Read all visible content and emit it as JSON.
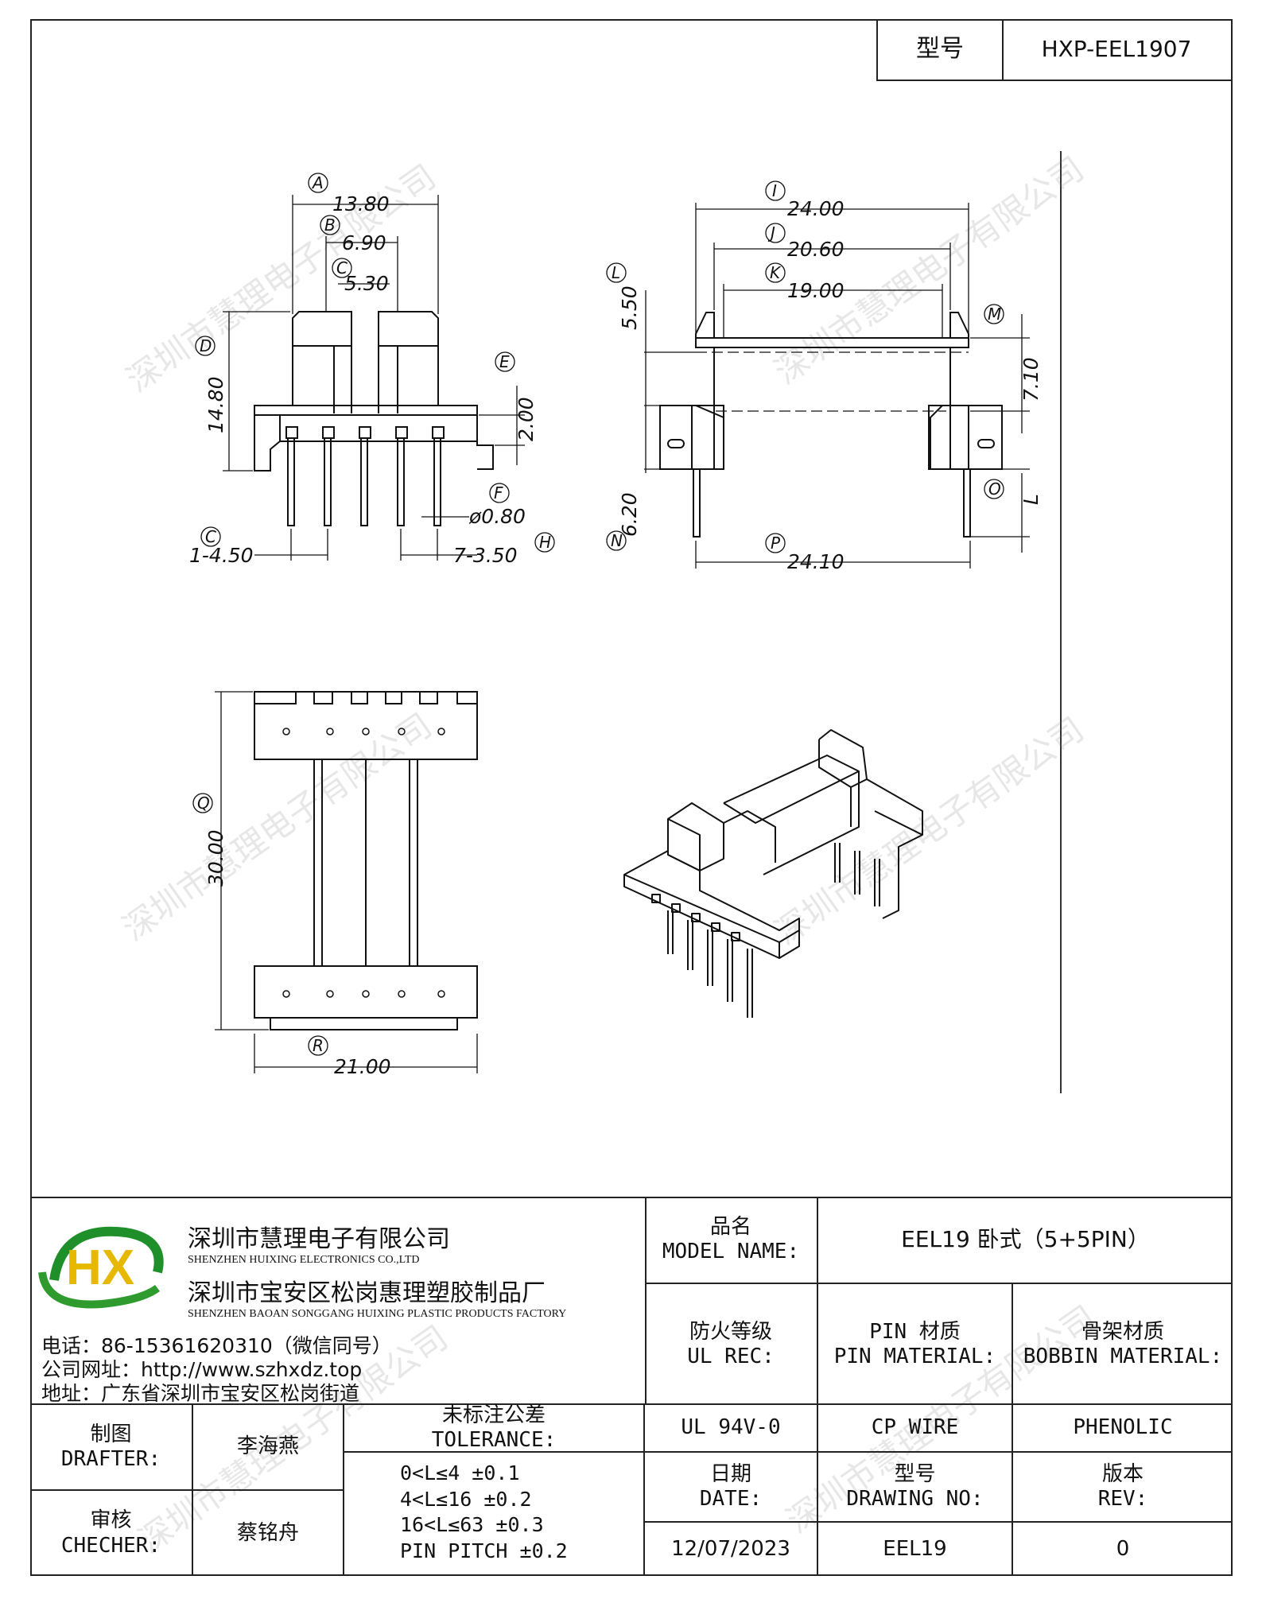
{
  "header": {
    "model_label": "型号",
    "model_value": "HXP-EEL1907"
  },
  "dimensions": {
    "A": "13.80",
    "B": "6.90",
    "C": "5.30",
    "D": "14.80",
    "E": "2.00",
    "F": "ø0.80",
    "G": "1-4.50",
    "H": "7-3.50",
    "I": "24.00",
    "J": "20.60",
    "K": "19.00",
    "L": "5.50",
    "M": "7.10",
    "N": "6.20",
    "O": "L",
    "P": "24.10",
    "Q": "30.00",
    "R": "21.00"
  },
  "watermark": "深圳市慧理电子有限公司",
  "company": {
    "logo_text": "HX",
    "name_cn": "深圳市慧理电子有限公司",
    "name_en": "SHENZHEN HUIXING ELECTRONICS CO.,LTD",
    "factory_cn": "深圳市宝安区松岗惠理塑胶制品厂",
    "factory_en": "SHENZHEN BAOAN SONGGANG HUIXING PLASTIC PRODUCTS FACTORY",
    "phone": "电话：86-15361620310（微信同号）",
    "website": "公司网址：http://www.szhxdz.top",
    "address": "地址：广东省深圳市宝安区松岗街道"
  },
  "titleblock": {
    "model_name_cn": "品名",
    "model_name_en": "MODEL NAME:",
    "model_name_value": "EEL19 卧式（5+5PIN）",
    "ul_cn": "防火等级",
    "ul_en": "UL REC:",
    "ul_value": "UL 94V-0",
    "pin_mat_cn": "PIN 材质",
    "pin_mat_en": "PIN MATERIAL:",
    "pin_mat_value": "CP WIRE",
    "bobbin_cn": "骨架材质",
    "bobbin_en": "BOBBIN MATERIAL:",
    "bobbin_value": "PHENOLIC",
    "drafter_cn": "制图",
    "drafter_en": "DRAFTER:",
    "drafter_value": "李海燕",
    "checker_cn": "审核",
    "checker_en": "CHECHER:",
    "checker_value": "蔡铭舟",
    "tol_cn": "未标注公差",
    "tol_en": "TOLERANCE:",
    "tol_lines": [
      "0<L≤4   ±0.1",
      "4<L≤16  ±0.2",
      "16<L≤63  ±0.3",
      "PIN PITCH  ±0.2"
    ],
    "date_cn": "日期",
    "date_en": "DATE:",
    "date_value": "12/07/2023",
    "dwg_cn": "型号",
    "dwg_en": "DRAWING NO:",
    "dwg_value": "EEL19",
    "rev_cn": "版本",
    "rev_en": "REV:",
    "rev_value": "0"
  }
}
